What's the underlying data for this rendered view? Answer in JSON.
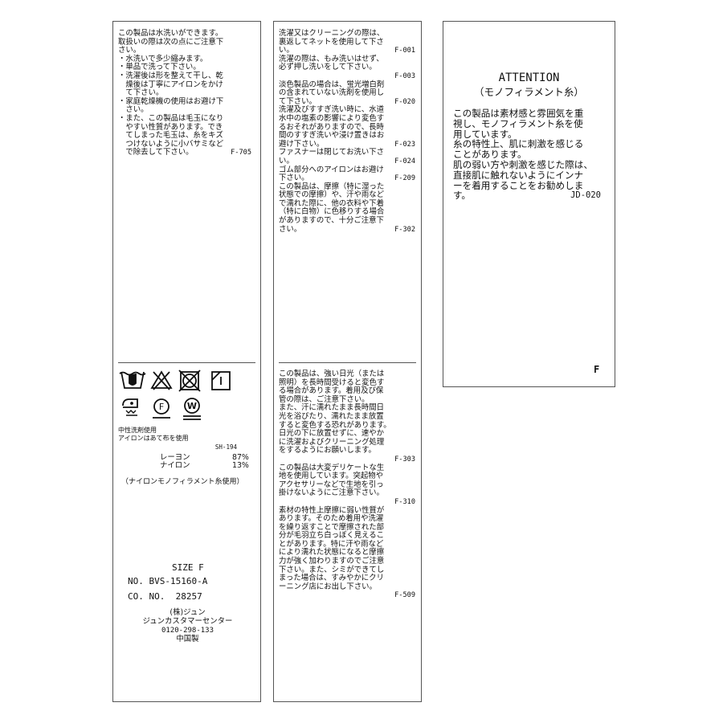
{
  "label1_top": {
    "lines": [
      "この製品は水洗いができます。",
      "取扱いの際は次の点にご注意下",
      "さい。",
      "・水洗いで多少縮みます。",
      "・単品で洗って下さい。",
      "・洗濯後は形を整えて干し、乾",
      "　燥後は丁寧にアイロンをかけ",
      "　て下さい。",
      "・家庭乾燥機の使用はお避け下",
      "　さい。",
      "・また、この製品は毛玉になり",
      "　やすい性質があります。でき",
      "　てしまった毛玉は、糸をキズ",
      "　つけないように小バサミなど",
      "　で除去して下さい。"
    ],
    "code": "F-705"
  },
  "label1_bottom": {
    "icons": [
      "hand-wash-icon",
      "no-bleach-icon",
      "no-tumble-dry-icon",
      "line-dry-shade-icon",
      "iron-low-with-cloth-icon",
      "dry-clean-f-icon",
      "wet-clean-w-icon"
    ],
    "notes": [
      "中性洗剤使用",
      "アイロンはあて布を使用"
    ],
    "code": "SH-194",
    "composition": [
      {
        "material": "レーヨン",
        "percent": "87%"
      },
      {
        "material": "ナイロン",
        "percent": "13%"
      }
    ],
    "remark": "（ナイロンモノフィラメント糸使用）",
    "size": "SIZE F",
    "no": "NO. BVS-15160-A",
    "co_no": "CO. NO.  28257",
    "company": "(株)ジュン",
    "center": "ジュンカスタマーセンター",
    "phone": "0120-298-133",
    "origin": "中国製"
  },
  "label2_top": {
    "blocks": [
      {
        "lines": [
          "洗濯又はクリーニングの際は、",
          "裏返してネットを使用して下さ",
          "い。"
        ],
        "code": "F-001"
      },
      {
        "lines": [
          "洗濯の際は、もみ洗いはせず、",
          "必ず押し洗いをして下さい。"
        ],
        "code": "F-003",
        "code_own_line": true
      },
      {
        "lines": [
          "淡色製品の場合は、蛍光増白剤",
          "の含まれていない洗剤を使用し",
          "て下さい。"
        ],
        "code": "F-020"
      },
      {
        "lines": [
          "洗濯及びすすぎ洗い時に、水道",
          "水中の塩素の影響により変色す",
          "るおそれがありますので、長時",
          "間のすすぎ洗いや浸け置きはお",
          "避け下さい。"
        ],
        "code": "F-023"
      },
      {
        "lines": [
          "ファスナーは閉じてお洗い下さ",
          "い。"
        ],
        "code": "F-024"
      },
      {
        "lines": [
          "ゴム部分へのアイロンはお避け",
          "下さい。"
        ],
        "code": "F-209"
      },
      {
        "lines": [
          "この製品は、摩擦（特に湿った",
          "状態での摩擦）や、汗や雨など",
          "で濡れた際に、他の衣料や下着",
          "（特に白物）に色移りする場合",
          "がありますので、十分ご注意下",
          "さい。"
        ],
        "code": "F-302"
      }
    ]
  },
  "label2_bottom": {
    "blocks": [
      {
        "lines": [
          "この製品は、強い日光（または",
          "照明）を長時間受けると変色す",
          "る場合があります。着用及び保",
          "管の際は、ご注意下さい。",
          "また、汗に濡れたまま長時間日",
          "光を浴びたり、濡れたまま放置",
          "すると変色する恐れがあります。",
          "日光の下に放置せずに、速やか",
          "に洗濯およびクリーニング処理",
          "をするようにお願いします。"
        ],
        "code": "F-303",
        "code_own_line": true
      },
      {
        "lines": [
          "この製品は大変デリケートな生",
          "地を使用しています。突起物や",
          "アクセサリーなどで生地を引っ",
          "掛けないようにご注意下さい。"
        ],
        "code": "F-310",
        "code_own_line": true
      },
      {
        "lines": [
          "素材の特性上摩擦に弱い性質が",
          "あります。そのため着用や洗濯",
          "を繰り返すことで摩擦された部",
          "分が毛羽立ち白っぽく見えるこ",
          "とがあります。特に汗や雨など",
          "により濡れた状態になると摩擦",
          "力が強く加わりますのでご注意",
          "下さい。また、シミができてし",
          "まった場合は、すみやかにクリ",
          "ーニング店にお出し下さい。"
        ],
        "code": "F-509",
        "code_own_line": true
      }
    ]
  },
  "label3": {
    "title": "ATTENTION",
    "subtitle": "（モノフィラメント糸）",
    "lines": [
      "この製品は素材感と雰囲気を重",
      "視し、モノフィラメント糸を使",
      "用しています。",
      "糸の特性上、肌に刺激を感じる",
      "ことがあります。",
      "肌の弱い方や刺激を感じた際は、",
      "直接肌に触れないようにインナ",
      "ーを着用することをお勧めしま",
      "す。"
    ],
    "code": "JD-020",
    "size": "F"
  }
}
